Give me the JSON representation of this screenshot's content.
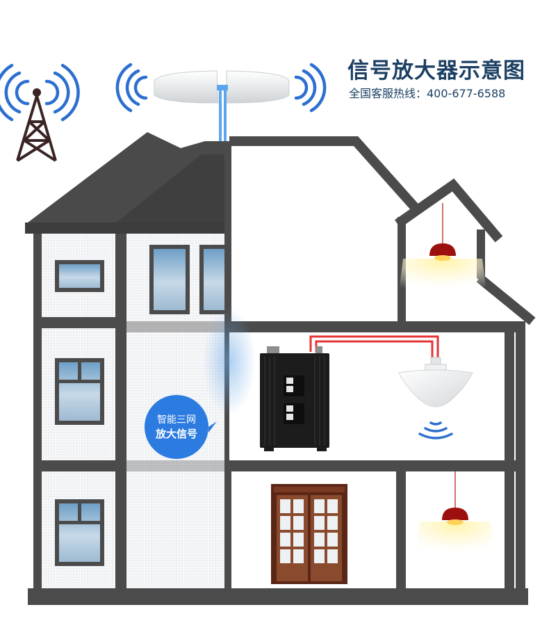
{
  "header": {
    "title": "信号放大器示意图",
    "hotline": "全国客服热线：400-677-6588"
  },
  "badge": {
    "line1": "智能三网",
    "line2": "放大信号"
  },
  "colors": {
    "wall": "#4b4b4b",
    "roof": "#454545",
    "signal_blue": "#2c6fd0",
    "cable_blue": "#5aa7ee",
    "cable_red": "#e53434",
    "title_navy": "#1b3f63",
    "amplifier": "#1c1c1c",
    "lamp": "#9d1010"
  },
  "icons": [
    "cell-tower-icon",
    "signal-waves-icon",
    "outdoor-antenna-icon",
    "signal-amplifier-icon",
    "ceiling-antenna-icon",
    "pendant-lamp-icon",
    "window-icon",
    "door-icon"
  ]
}
